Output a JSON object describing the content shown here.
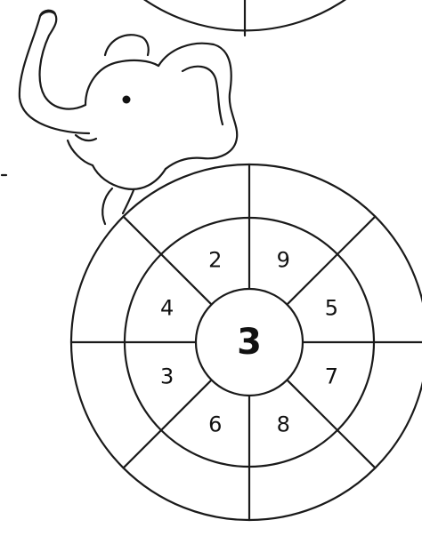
{
  "worksheet": {
    "center_number": "3",
    "inner_ring_numbers": [
      "9",
      "5",
      "7",
      "8",
      "6",
      "3",
      "4",
      "2"
    ],
    "outer_ring_answers": [
      "",
      "",
      "",
      "",
      "",
      "",
      "",
      ""
    ]
  }
}
